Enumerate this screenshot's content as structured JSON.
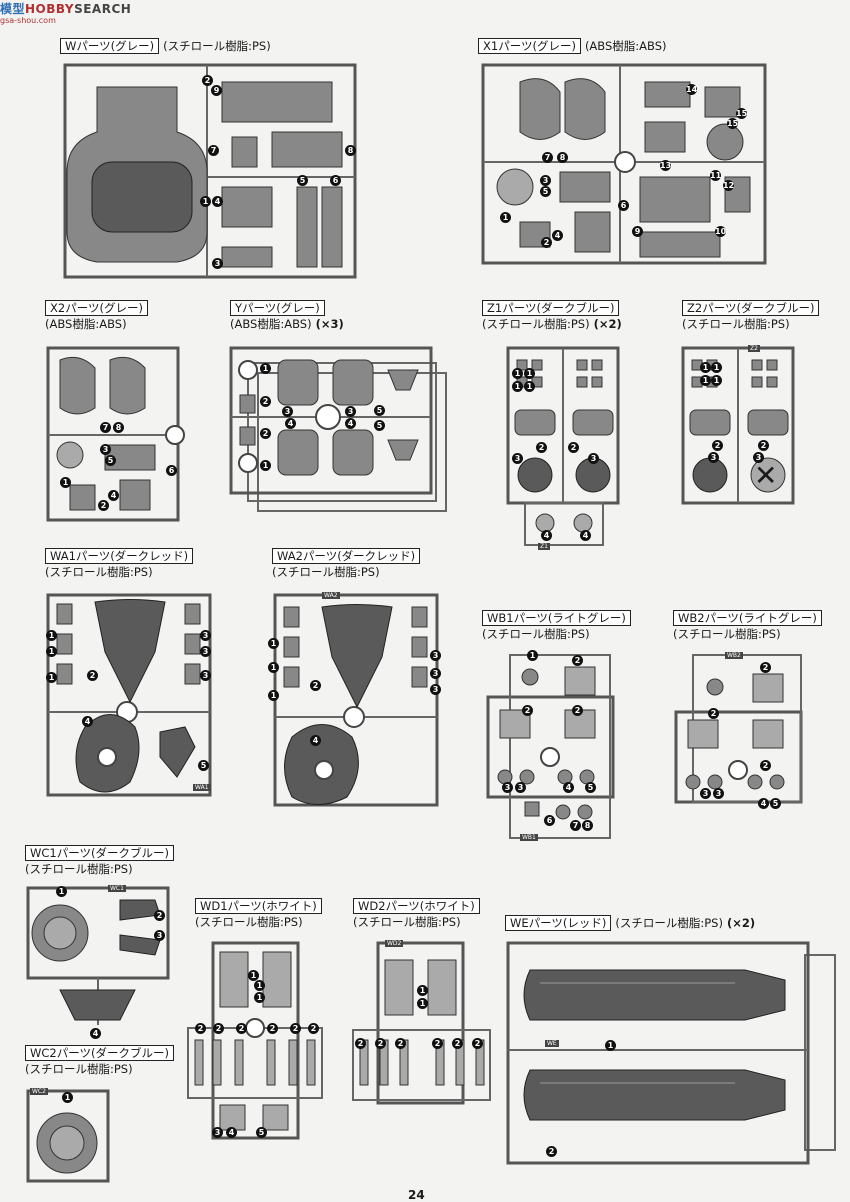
{
  "watermark": {
    "part1": "模型",
    "part2": "HOBBY",
    "part3": "SEARCH",
    "sub": "gsa-shou.com"
  },
  "page_number": "24",
  "material": {
    "ps": "(スチロール樹脂:PS)",
    "abs": "(ABS樹脂:ABS)"
  },
  "runners": {
    "W": {
      "label": "Wパーツ(グレー)",
      "mult": ""
    },
    "X1": {
      "label": "X1パーツ(グレー)",
      "mult": ""
    },
    "X2": {
      "label": "X2パーツ(グレー)",
      "mult": ""
    },
    "Y": {
      "label": "Yパーツ(グレー)",
      "mult": "(×3)"
    },
    "Z1": {
      "label": "Z1パーツ(ダークブルー)",
      "mult": "(×2)"
    },
    "Z2": {
      "label": "Z2パーツ(ダークブルー)",
      "mult": ""
    },
    "WA1": {
      "label": "WA1パーツ(ダークレッド)",
      "mult": ""
    },
    "WA2": {
      "label": "WA2パーツ(ダークレッド)",
      "mult": ""
    },
    "WB1": {
      "label": "WB1パーツ(ライトグレー)",
      "mult": ""
    },
    "WB2": {
      "label": "WB2パーツ(ライトグレー)",
      "mult": ""
    },
    "WC1": {
      "label": "WC1パーツ(ダークブルー)",
      "mult": ""
    },
    "WC2": {
      "label": "WC2パーツ(ダークブルー)",
      "mult": ""
    },
    "WD1": {
      "label": "WD1パーツ(ホワイト)",
      "mult": ""
    },
    "WD2": {
      "label": "WD2パーツ(ホワイト)",
      "mult": ""
    },
    "WE": {
      "label": "WEパーツ(レッド)",
      "mult": "(×2)"
    }
  },
  "tags": {
    "WA1": "WA1",
    "WA2": "WA2",
    "WB1": "WB1",
    "WB2": "WB2",
    "WC1": "WC1",
    "WC2": "WC2",
    "WD2": "WD2",
    "WE": "WE",
    "Z1": "Z1",
    "Z2": "Z2"
  },
  "nums": [
    "1",
    "2",
    "3",
    "4",
    "5",
    "6",
    "7",
    "8",
    "9",
    "10",
    "11",
    "12",
    "13",
    "14",
    "15"
  ],
  "unusable_mark": "✕"
}
